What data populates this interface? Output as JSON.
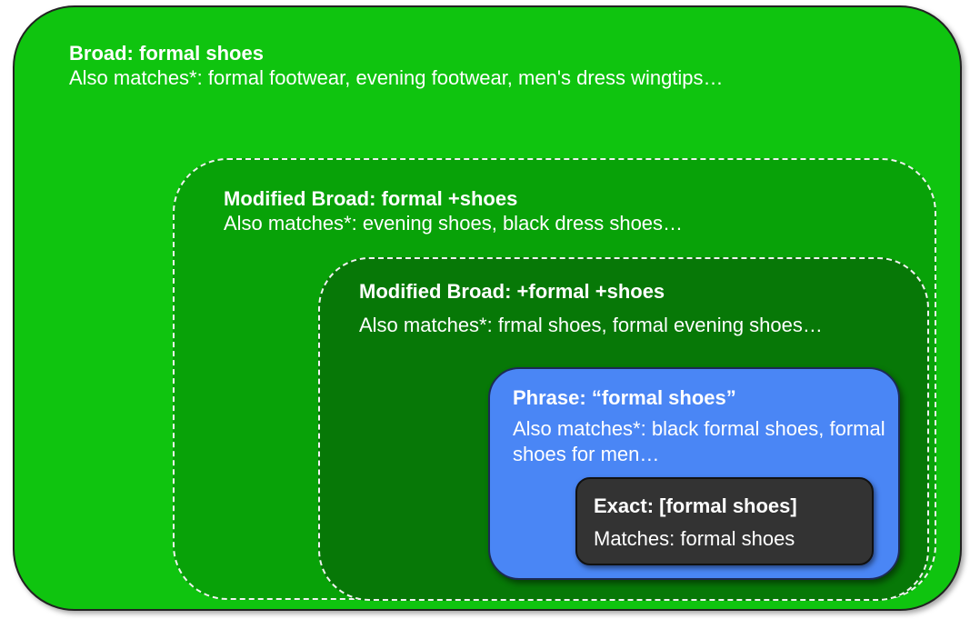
{
  "broad": {
    "title": "Broad: formal shoes",
    "desc": "Also matches*: formal footwear, evening footwear, men's dress wingtips…"
  },
  "modified_broad_1": {
    "title": "Modified Broad: formal +shoes",
    "desc": "Also matches*: evening shoes, black dress shoes…"
  },
  "modified_broad_2": {
    "title": "Modified Broad: +formal +shoes",
    "desc": "Also matches*: frmal shoes, formal evening shoes…"
  },
  "phrase": {
    "title": "Phrase: “formal shoes”",
    "desc": "Also matches*: black formal shoes, formal shoes for men…"
  },
  "exact": {
    "title": "Exact: [formal shoes]",
    "desc": "Matches: formal shoes"
  },
  "colors": {
    "broad": "#0fc40f",
    "modified_broad_1": "#08a208",
    "modified_broad_2": "#077807",
    "phrase": "#4a86f5",
    "exact": "#333333"
  }
}
